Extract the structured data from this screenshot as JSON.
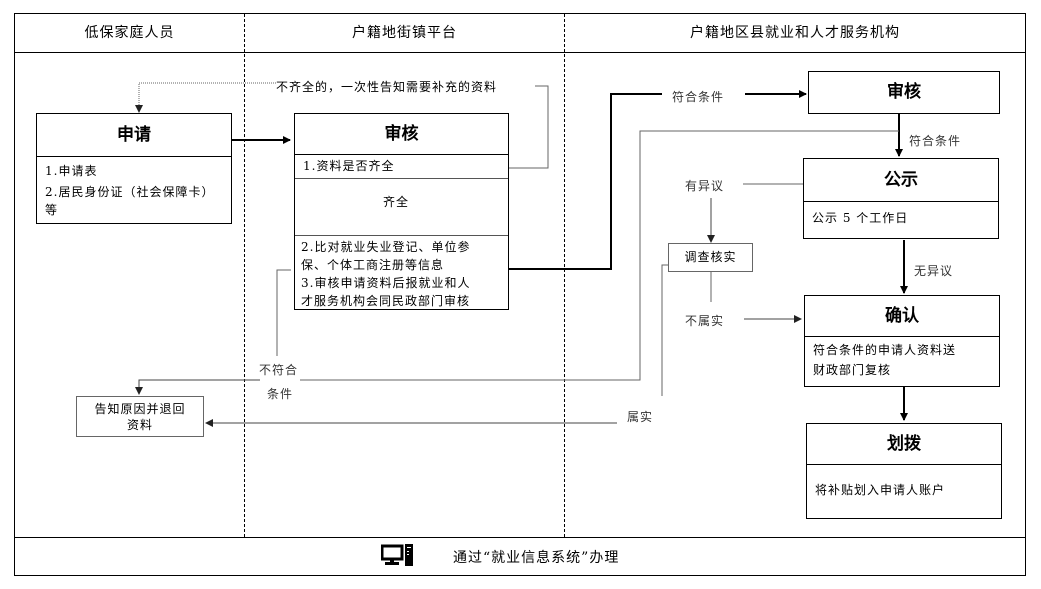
{
  "lanes": [
    {
      "title": "低保家庭人员"
    },
    {
      "title": "户籍地街镇平台"
    },
    {
      "title": "户籍地区县就业和人才服务机构"
    }
  ],
  "nodes": {
    "apply": {
      "title": "申请",
      "items": [
        "1.申请表",
        "2.居民身份证（社会保障卡）",
        "等"
      ]
    },
    "street_review": {
      "title": "审核",
      "item1": "1.资料是否齐全",
      "complete_label": "齐全",
      "item2_lines": [
        "2.比对就业失业登记、单位参",
        "保、个体工商注册等信息"
      ],
      "item3_lines": [
        "3.审核申请资料后报就业和人",
        "才服务机构会同民政部门审核"
      ]
    },
    "agency_review": {
      "title": "审核"
    },
    "publicity": {
      "title": "公示",
      "body": "公示 5 个工作日"
    },
    "confirm": {
      "title": "确认",
      "body_lines": [
        "符合条件的申请人资料送",
        "财政部门复核"
      ]
    },
    "allocate": {
      "title": "划拨",
      "body": "将补贴划入申请人账户"
    },
    "investigate": {
      "label": "调查核实"
    },
    "reject": {
      "lines": [
        "告知原因并退回",
        "资料"
      ]
    }
  },
  "edge_labels": {
    "incomplete": "不齐全的，一次性告知需要补充的资料",
    "eligible_1": "符合条件",
    "eligible_2": "符合条件",
    "objection": "有异议",
    "no_objection": "无异议",
    "not_true": "不属实",
    "true": "属实",
    "ineligible_1": "不符合",
    "ineligible_2": "条件"
  },
  "footer": {
    "icon": "computer-icon",
    "text": "通过“就业信息系统”办理"
  }
}
